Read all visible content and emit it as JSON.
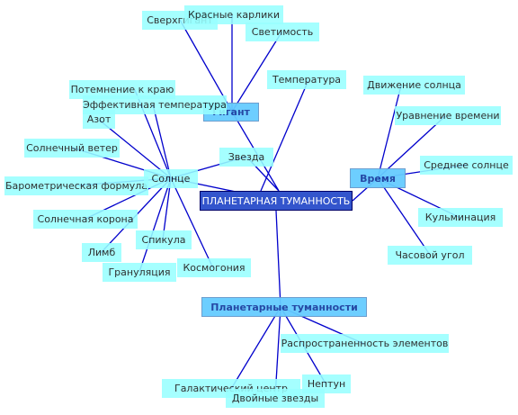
{
  "colors": {
    "line": "#0000cc",
    "leaf": "#99ffff",
    "hub": "#66ccff",
    "root": "#3355cc"
  },
  "nodes": {
    "root": "ПЛАНЕТАРНАЯ ТУМАННОСТЬ",
    "sun": "Солнце",
    "time": "Время",
    "giant": "Гигант",
    "nebulae": "Планетарные туманности",
    "sun_items": {
      "limb_darkening": "Потемнение к краю",
      "effective_temperature": "Эффективная температура",
      "nitrogen": "Азот",
      "solar_wind": "Солнечный ветер",
      "barometric_formula": "Барометрическая формула",
      "solar_corona": "Солнечная корона",
      "limb": "Лимб",
      "granulation": "Грануляция",
      "spicules": "Спикула",
      "cosmogony": "Космогония"
    },
    "giant_items": {
      "red_dwarfs": "Красные карлики",
      "supergiant": "Сверхгигант",
      "luminosity": "Светимость"
    },
    "root_items": {
      "temperature": "Температура",
      "star": "Звезда"
    },
    "time_items": {
      "sun_motion": "Движение солнца",
      "equation_of_time": "Уравнение времени",
      "mean_sun": "Среднее солнце",
      "culmination": "Кульминация",
      "hour_angle": "Часовой угол"
    },
    "nebulae_items": {
      "element_abundance": "Распространенность элементов",
      "neptune": "Нептун",
      "galactic_center": "Галактический центр",
      "binary_stars": "Двойные звезды"
    }
  }
}
